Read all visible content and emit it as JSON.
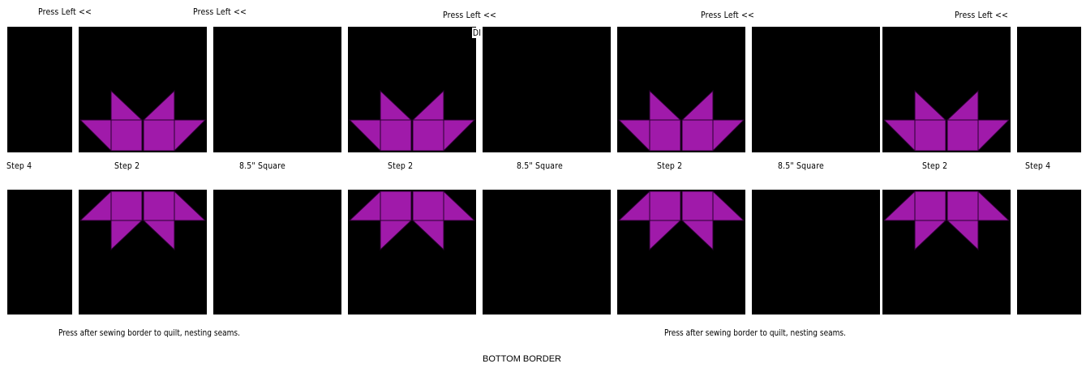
{
  "press_labels": [
    "Press Left <<",
    "Press Left <<",
    "Press Left <<",
    "Press Left <<",
    "Press Left <<"
  ],
  "overlap_fragment": "DI",
  "step_labels": [
    "Step 4",
    "Step 2",
    "8.5\" Square",
    "Step 2",
    "8.5\" Square",
    "Step 2",
    "8.5\" Square",
    "Step 2",
    "Step 4"
  ],
  "notes": [
    "Press after sewing border to quilt, nesting seams.",
    "Press after sewing border to quilt, nesting seams."
  ],
  "bottom_title": "BOTTOM BORDER",
  "colors": {
    "block": "#000000",
    "star": "#a01aaa",
    "seam": "#2a0030",
    "background": "#ffffff"
  }
}
